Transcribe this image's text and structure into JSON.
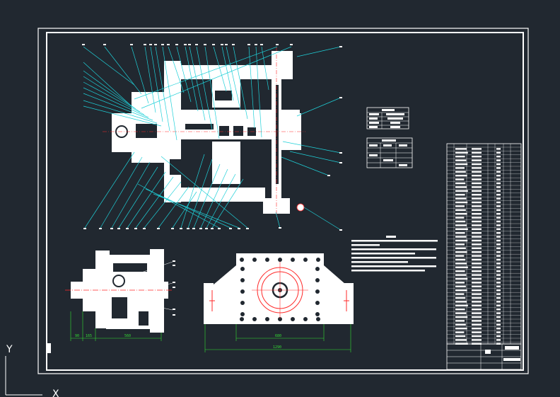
{
  "ucs": {
    "y_label": "Y",
    "x_label": "X"
  },
  "dimensions": {
    "side_view": [
      "90",
      "165",
      "560"
    ],
    "front_view": [
      "680",
      "1290"
    ]
  },
  "colors": {
    "background": "#212830",
    "lines": "#ffffff",
    "leaders": "#1fd0d8",
    "dimensions": "#33dd33",
    "center_lines": "#ff2a2a"
  }
}
